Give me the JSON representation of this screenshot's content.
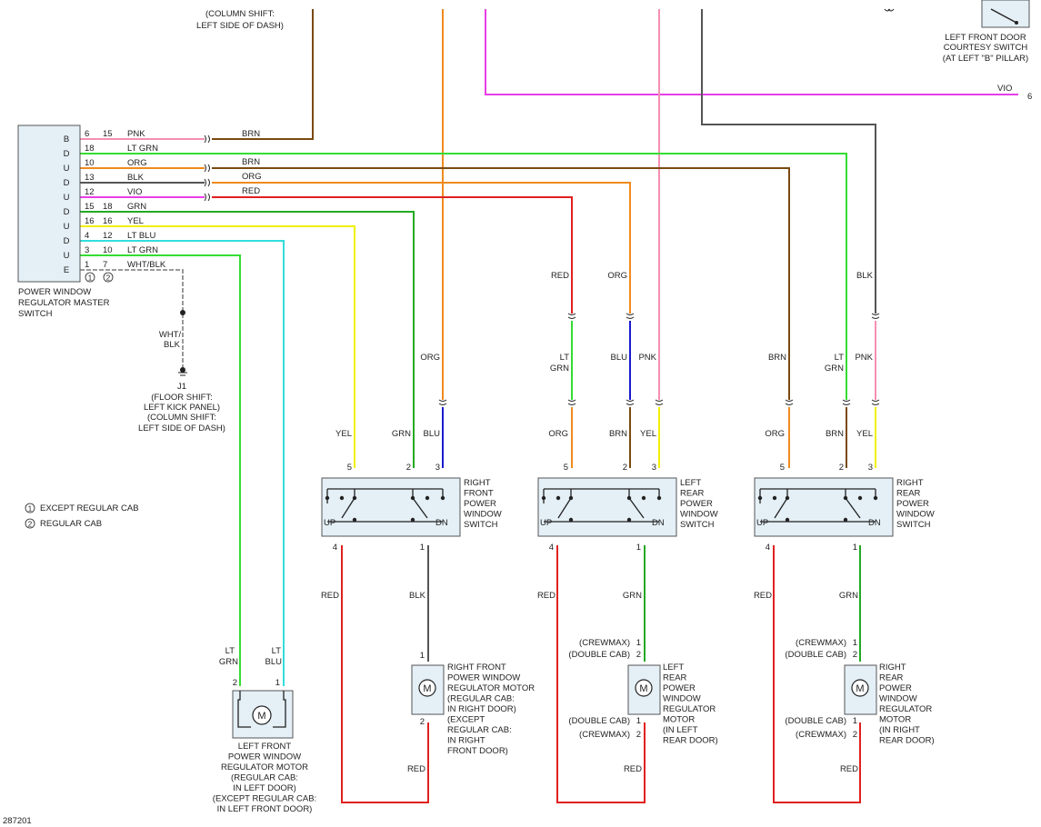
{
  "top": {
    "column_shift_top": "(COLUMN SHIFT:",
    "left_side_dash_top": "LEFT SIDE OF DASH)",
    "courtesy_switch": [
      "LEFT FRONT DOOR",
      "COURTESY SWITCH",
      "(AT LEFT \"B\" PILLAR)"
    ],
    "vio_label": "VIO",
    "vio_pin": "6"
  },
  "master_switch": {
    "label": [
      "POWER WINDOW",
      "REGULATOR MASTER",
      "SWITCH"
    ],
    "pins": [
      {
        "letter": "B",
        "p1": "6",
        "p2": "15",
        "color": "PNK"
      },
      {
        "letter": "D",
        "p1": "18",
        "p2": "",
        "color": "LT GRN"
      },
      {
        "letter": "U",
        "p1": "10",
        "p2": "",
        "color": "ORG"
      },
      {
        "letter": "D",
        "p1": "13",
        "p2": "",
        "color": "BLK"
      },
      {
        "letter": "U",
        "p1": "12",
        "p2": "",
        "color": "VIO"
      },
      {
        "letter": "D",
        "p1": "15",
        "p2": "18",
        "color": "GRN"
      },
      {
        "letter": "U",
        "p1": "16",
        "p2": "16",
        "color": "YEL"
      },
      {
        "letter": "D",
        "p1": "4",
        "p2": "12",
        "color": "LT BLU"
      },
      {
        "letter": "U",
        "p1": "3",
        "p2": "10",
        "color": "LT GRN"
      },
      {
        "letter": "E",
        "p1": "1",
        "p2": "7",
        "color": "WHT/BLK"
      }
    ],
    "footnote_1": "1",
    "footnote_2": "2"
  },
  "connector_colors": {
    "brn": "BRN",
    "brn2": "BRN",
    "org": "ORG",
    "red": "RED"
  },
  "ground": {
    "wire": [
      "WHT/",
      "BLK"
    ],
    "name": "J1",
    "desc": [
      "(FLOOR SHIFT:",
      "LEFT KICK PANEL)",
      "(COLUMN SHIFT:",
      "LEFT SIDE OF DASH)"
    ]
  },
  "legend": {
    "item1_num": "1",
    "item1": "EXCEPT REGULAR CAB",
    "item2_num": "2",
    "item2": "REGULAR CAB"
  },
  "lf_motor": {
    "wire_left": [
      "LT",
      "GRN"
    ],
    "wire_right": [
      "LT",
      "BLU"
    ],
    "pin_left": "2",
    "pin_right": "1",
    "label": [
      "LEFT FRONT",
      "POWER WINDOW",
      "REGULATOR MOTOR",
      "(REGULAR CAB:",
      "IN LEFT DOOR)",
      "(EXCEPT REGULAR CAB:",
      "IN LEFT FRONT DOOR)"
    ]
  },
  "rf": {
    "upper_wire": "ORG",
    "wires": [
      "YEL",
      "GRN",
      "BLU"
    ],
    "pins": [
      "5",
      "2",
      "3"
    ],
    "switch_label": [
      "RIGHT",
      "FRONT",
      "POWER",
      "WINDOW",
      "SWITCH"
    ],
    "up": "UP",
    "dn": "DN",
    "out_pins": [
      "4",
      "1"
    ],
    "out_wires": [
      "RED",
      "BLK"
    ],
    "motor_pins": [
      "1",
      "2"
    ],
    "motor_label": [
      "RIGHT FRONT",
      "POWER WINDOW",
      "REGULATOR MOTOR",
      "(REGULAR CAB:",
      "IN RIGHT DOOR)",
      "(EXCEPT",
      "REGULAR CAB:",
      "IN RIGHT",
      "FRONT DOOR)"
    ],
    "bottom_wire": "RED"
  },
  "lr": {
    "mid_wires": [
      "RED",
      "ORG"
    ],
    "lower_wires_a": [
      "LT",
      "GRN"
    ],
    "lower_wires_b": [
      "BLU",
      "PNK"
    ],
    "wires": [
      "ORG",
      "BRN",
      "YEL"
    ],
    "pins": [
      "5",
      "2",
      "3"
    ],
    "switch_label": [
      "LEFT",
      "REAR",
      "POWER",
      "WINDOW",
      "SWITCH"
    ],
    "up": "UP",
    "dn": "DN",
    "out_pins": [
      "4",
      "1"
    ],
    "out_wires": [
      "RED",
      "GRN"
    ],
    "motor_pin_notes": [
      "(CREWMAX)",
      "(DOUBLE CAB)",
      "(DOUBLE CAB)",
      "(CREWMAX)"
    ],
    "motor_pins": [
      "1",
      "2",
      "1",
      "2"
    ],
    "motor_label": [
      "LEFT",
      "REAR",
      "POWER",
      "WINDOW",
      "REGULATOR",
      "MOTOR",
      "(IN LEFT",
      "REAR DOOR)"
    ],
    "bottom_wire": "RED"
  },
  "rr": {
    "upper_wire": "BLK",
    "lower_wires": [
      "BRN",
      "LT",
      "GRN",
      "PNK"
    ],
    "wires": [
      "ORG",
      "BRN",
      "YEL"
    ],
    "pins": [
      "5",
      "2",
      "3"
    ],
    "switch_label": [
      "RIGHT",
      "REAR",
      "POWER",
      "WINDOW",
      "SWITCH"
    ],
    "up": "UP",
    "dn": "DN",
    "out_pins": [
      "4",
      "1"
    ],
    "out_wires": [
      "RED",
      "GRN"
    ],
    "motor_pin_notes": [
      "(CREWMAX)",
      "(DOUBLE CAB)",
      "(DOUBLE CAB)",
      "(CREWMAX)"
    ],
    "motor_pins": [
      "1",
      "2",
      "1",
      "2"
    ],
    "motor_label": [
      "RIGHT",
      "REAR",
      "POWER",
      "WINDOW",
      "REGULATOR",
      "MOTOR",
      "(IN RIGHT",
      "REAR DOOR)"
    ],
    "bottom_wire": "RED"
  },
  "motor_symbol": "M",
  "diagram_id": "287201",
  "colors": {
    "pnk": "#f48fb1",
    "ltgrn": "#33dd33",
    "grn": "#22aa22",
    "org": "#f08a1e",
    "blk": "#555555",
    "vio": "#e83de8",
    "red": "#e02020",
    "yel": "#f0f000",
    "ltblu": "#33dddd",
    "blu": "#1a1ad0",
    "brn": "#7a4a10",
    "whtblk": "#9a9a9a"
  }
}
